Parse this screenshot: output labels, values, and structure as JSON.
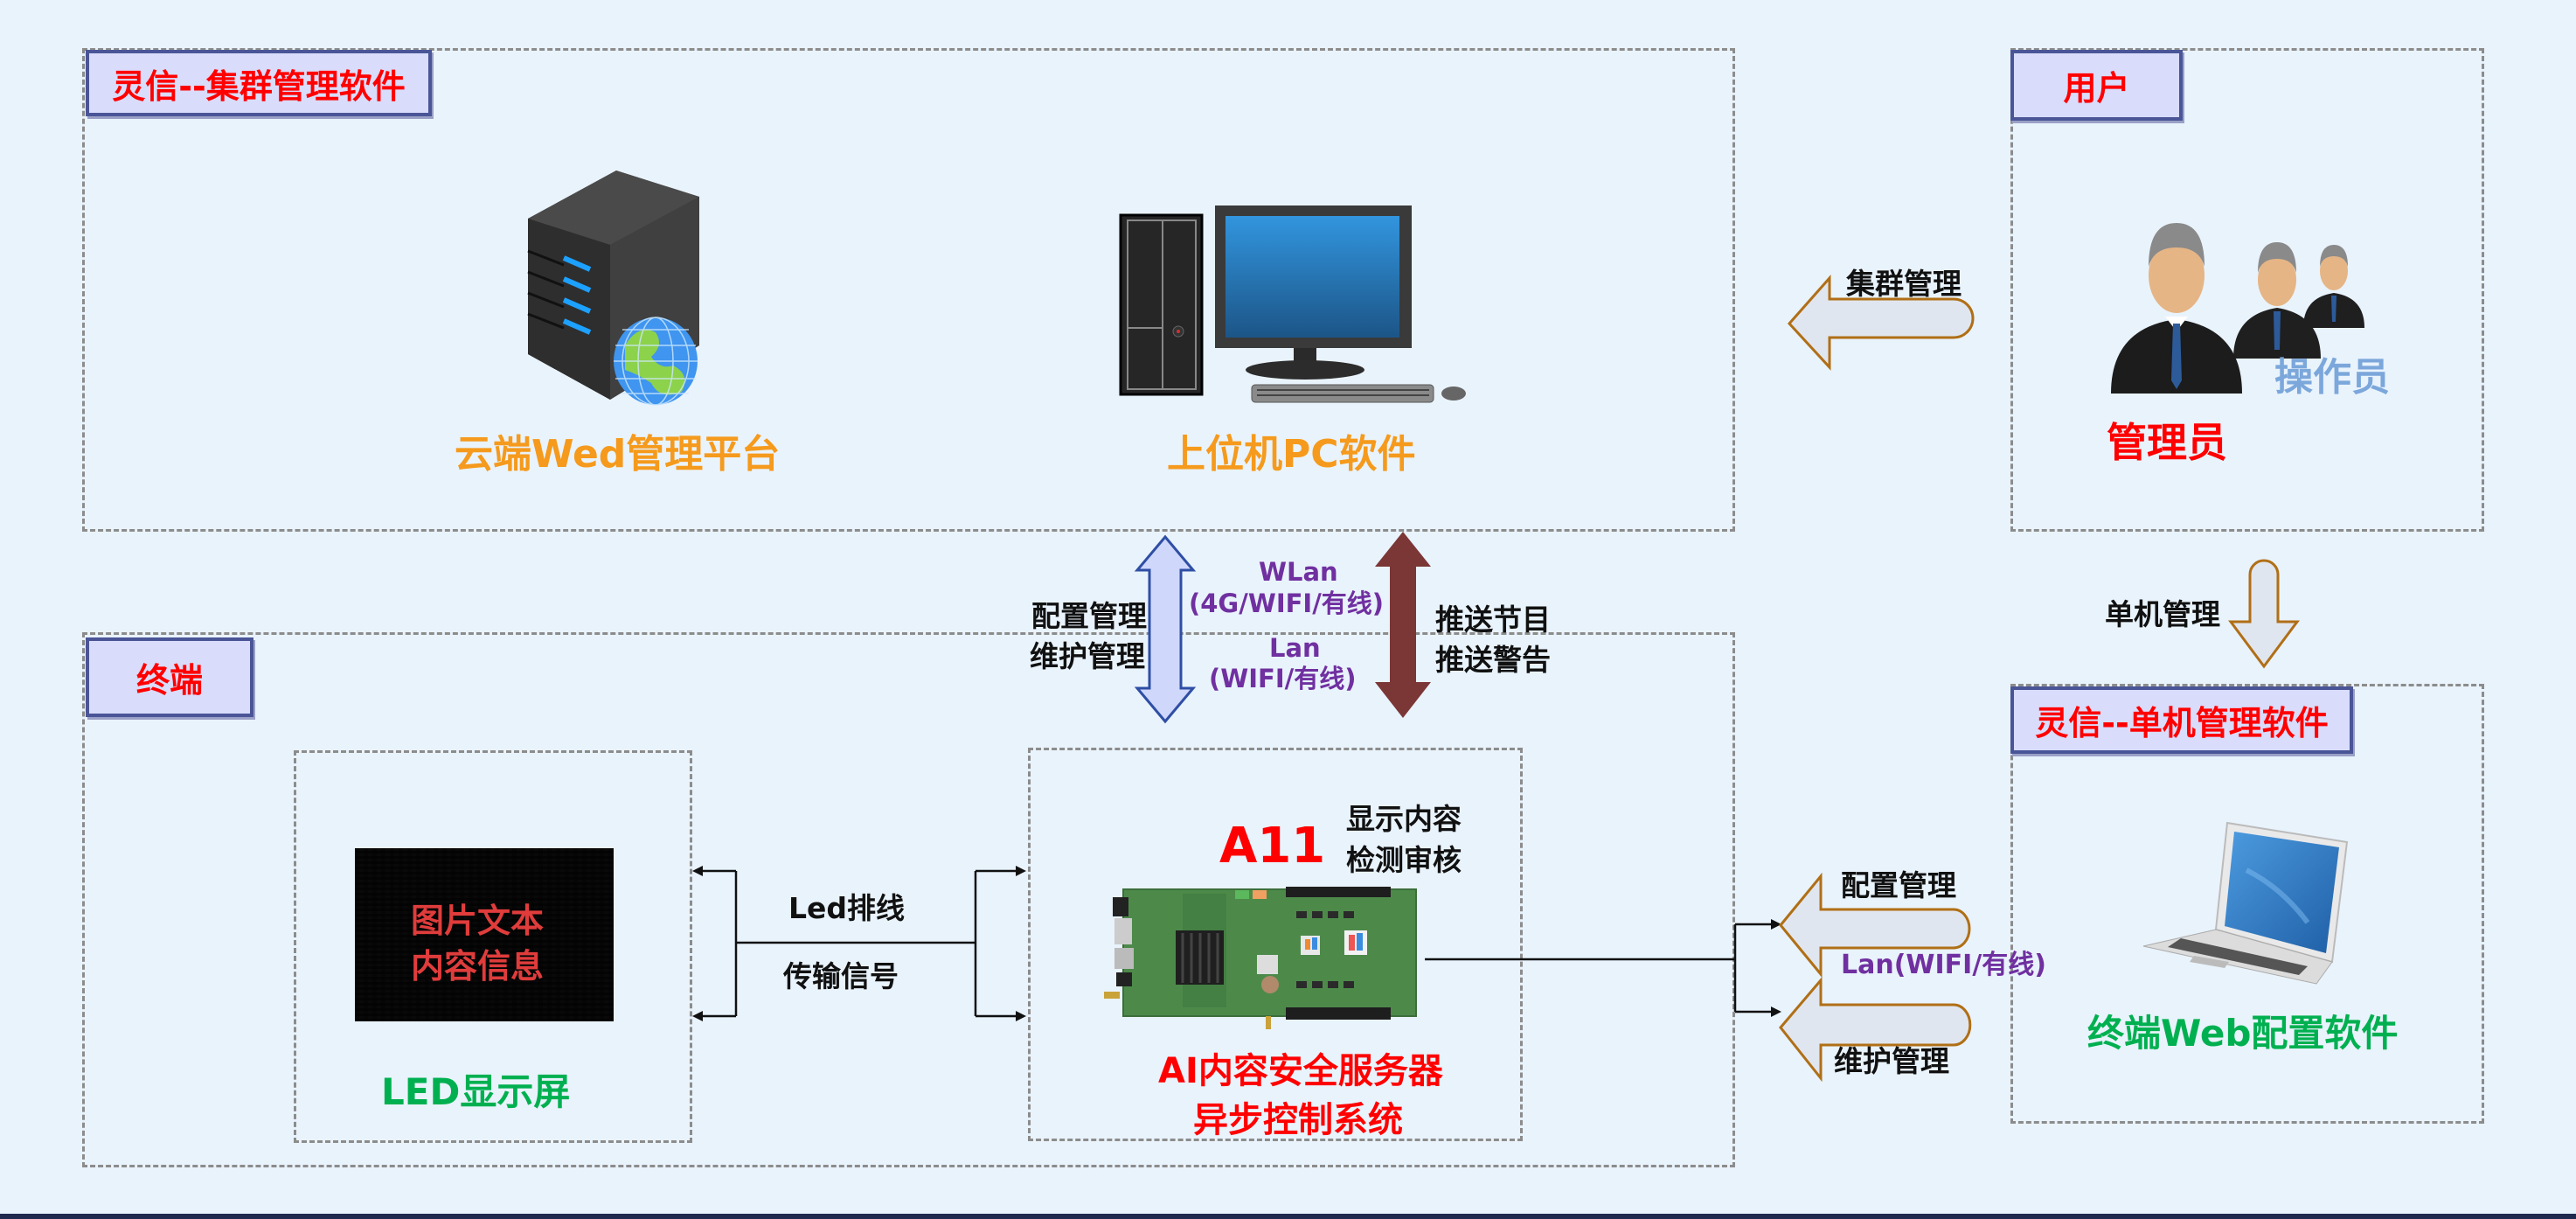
{
  "groups": {
    "cluster": {
      "title": "灵信--集群管理软件"
    },
    "user": {
      "title": "用户"
    },
    "terminal": {
      "title": "终端"
    },
    "single": {
      "title": "灵信--单机管理软件"
    }
  },
  "cluster_items": {
    "cloud_platform": {
      "label": "云端Wed管理平台",
      "icon": "server-globe-icon"
    },
    "pc_software": {
      "label": "上位机PC软件",
      "icon": "desktop-computer-icon"
    }
  },
  "users": {
    "admin": "管理员",
    "operator": "操作员",
    "icon": "people-group-icon"
  },
  "arrows": {
    "cluster_mgmt": "集群管理",
    "single_mgmt": "单机管理",
    "config_mgmt_left": [
      "配置管理",
      "维护管理"
    ],
    "network_wlan": [
      "WLan",
      "(4G/WIFI/有线)"
    ],
    "network_lan": [
      "Lan",
      "(WIFI/有线)"
    ],
    "push": [
      "推送节目",
      "推送警告"
    ],
    "right_config": "配置管理",
    "right_lan": "Lan(WIFI/有线)",
    "right_maint": "维护管理"
  },
  "terminal_items": {
    "led_screen_text": [
      "图片文本",
      "内容信息"
    ],
    "led_label": "LED显示屏",
    "cable_top": "Led排线",
    "cable_bottom": "传输信号",
    "a11_model": "A11",
    "a11_note": [
      "显示内容",
      "检测审核"
    ],
    "a11_name": [
      "AI内容安全服务器",
      "异步控制系统"
    ]
  },
  "single_items": {
    "laptop_label": "终端Web配置软件",
    "icon": "laptop-icon"
  },
  "colors": {
    "background": "#e9f3fc",
    "label_fill": "#d9dcfb",
    "label_border": "#4a5597",
    "title_red": "#ff0000",
    "orange": "#f59a1c",
    "green": "#00b050",
    "purple": "#7030a0",
    "operator_blue": "#7ba7db",
    "arrow_blue_fill": "#cfd7fb",
    "arrow_blue_stroke": "#2f4fa5",
    "arrow_brown": "#7b3636",
    "block_arrow_stroke": "#b06f16",
    "block_arrow_fill": "#e0e6ef"
  }
}
